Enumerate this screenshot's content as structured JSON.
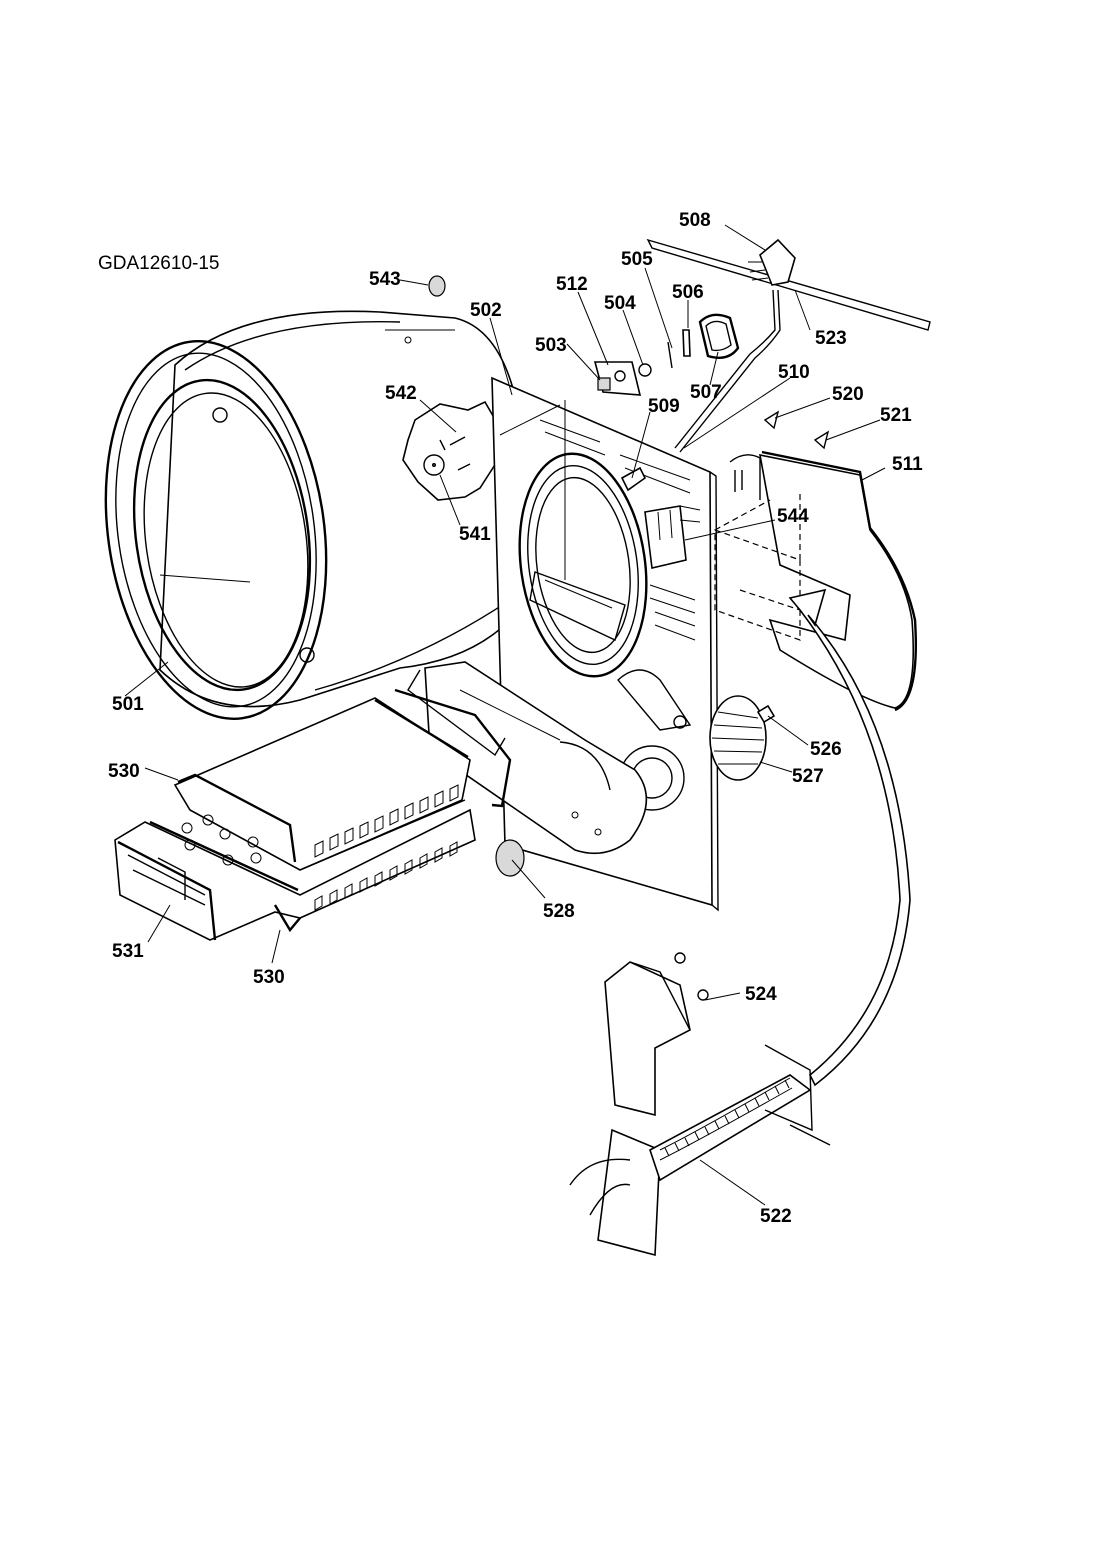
{
  "diagram": {
    "code": "GDA12610-15",
    "parts": [
      {
        "id": "p508",
        "label": "508"
      },
      {
        "id": "p505",
        "label": "505"
      },
      {
        "id": "p543",
        "label": "543"
      },
      {
        "id": "p512",
        "label": "512"
      },
      {
        "id": "p506",
        "label": "506"
      },
      {
        "id": "p504",
        "label": "504"
      },
      {
        "id": "p502",
        "label": "502"
      },
      {
        "id": "p523",
        "label": "523"
      },
      {
        "id": "p503",
        "label": "503"
      },
      {
        "id": "p507",
        "label": "507"
      },
      {
        "id": "p510",
        "label": "510"
      },
      {
        "id": "p542",
        "label": "542"
      },
      {
        "id": "p509",
        "label": "509"
      },
      {
        "id": "p520",
        "label": "520"
      },
      {
        "id": "p521",
        "label": "521"
      },
      {
        "id": "p511",
        "label": "511"
      },
      {
        "id": "p544",
        "label": "544"
      },
      {
        "id": "p541",
        "label": "541"
      },
      {
        "id": "p501",
        "label": "501"
      },
      {
        "id": "p526",
        "label": "526"
      },
      {
        "id": "p530a",
        "label": "530"
      },
      {
        "id": "p527",
        "label": "527"
      },
      {
        "id": "p528",
        "label": "528"
      },
      {
        "id": "p531",
        "label": "531"
      },
      {
        "id": "p530b",
        "label": "530"
      },
      {
        "id": "p524",
        "label": "524"
      },
      {
        "id": "p522",
        "label": "522"
      }
    ]
  }
}
